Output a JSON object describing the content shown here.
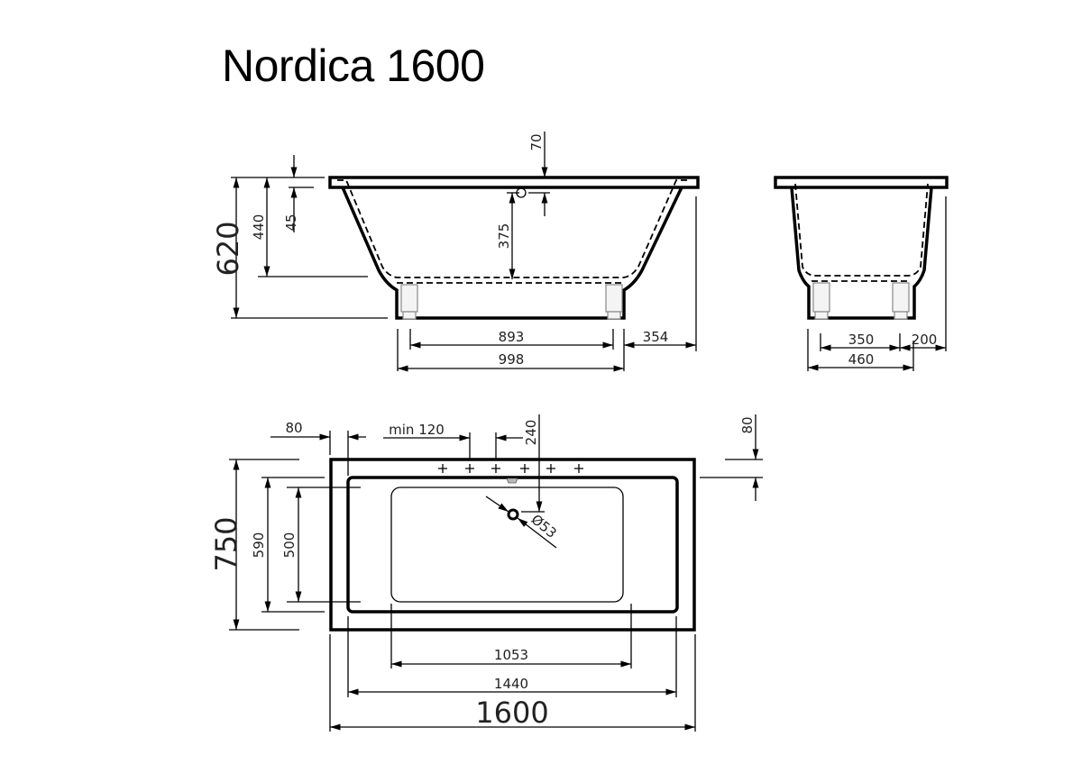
{
  "title": "Nordica 1600",
  "side_view": {
    "total_height": "620",
    "depth_overflow": "440",
    "rim_height": "45",
    "overflow_offset": "70",
    "water_depth": "375",
    "feet_spacing": "893",
    "base_length": "998",
    "rim_overhang": "354"
  },
  "end_view": {
    "feet_spacing": "350",
    "rim_overhang": "200",
    "base_width": "460"
  },
  "plan_view": {
    "deck_offset_left": "80",
    "tap_spacing": "min 120",
    "drain_offset": "240",
    "deck_offset_top": "80",
    "total_width": "750",
    "inner_width": "590",
    "bottom_width": "500",
    "drain_diameter": "Ø53",
    "bottom_length": "1053",
    "inner_length": "1440",
    "total_length": "1600"
  }
}
